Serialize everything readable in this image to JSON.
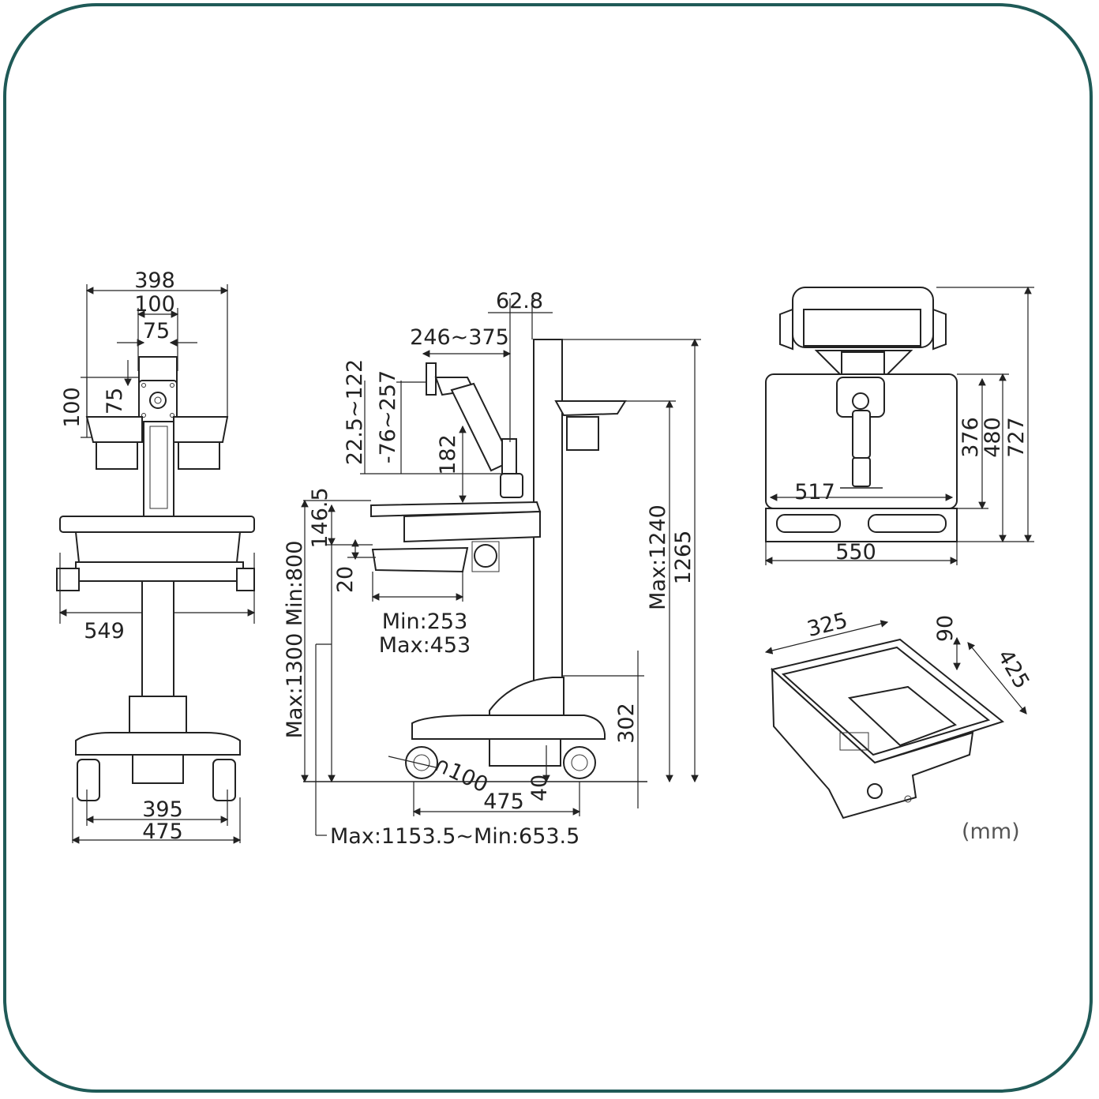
{
  "unit_label": "(mm)",
  "front_view": {
    "w_top": "398",
    "w_vesa_outer": "100",
    "w_vesa_inner": "75",
    "h_vesa_outer": "100",
    "h_vesa_inner": "75",
    "w_worksurface": "549",
    "w_wheel_inner": "395",
    "w_wheel_outer": "475"
  },
  "side_view": {
    "arm_offset": "62.8",
    "arm_reach": "246~375",
    "tilt_range": "22.5~122",
    "swivel_range": "-76~257",
    "arm_height": "182",
    "surface_gap": "146.5",
    "tray_gap": "20",
    "keyboard_min": "Min:253",
    "keyboard_max": "Max:453",
    "height_range": "Max:1300 Min:800",
    "handle_height": "Max:1240",
    "total_height": "1265",
    "base_height": "302",
    "caster_height": "40",
    "caster_diameter": "∩100",
    "base_depth": "475",
    "reach_range": "Max:1153.5~Min:653.5"
  },
  "top_view": {
    "w_inner": "517",
    "w_outer": "550",
    "d_inner": "376",
    "d_middle": "480",
    "d_outer": "727"
  },
  "drawer_view": {
    "width": "325",
    "height": "90",
    "depth": "425"
  }
}
